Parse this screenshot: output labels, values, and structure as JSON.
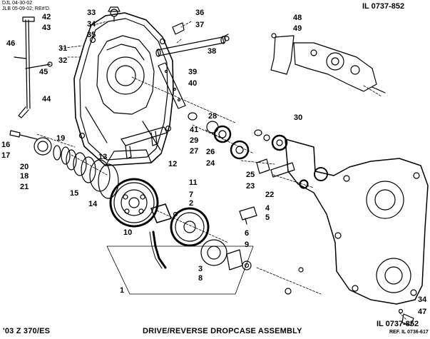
{
  "header": {
    "revision_lines": [
      "DJL 04-30-02",
      "JLB 05-09-02; RE#'D."
    ],
    "illustration_number": "IL 0737-852"
  },
  "footer": {
    "model": "'03 Z 370/ES",
    "title": "DRIVE/REVERSE DROPCASE ASSEMBLY",
    "illustration_number": "IL 0737-852",
    "reference": "REF. IL 0736-617"
  },
  "callouts": [
    "1",
    "2",
    "3",
    "4",
    "5",
    "6",
    "7",
    "8",
    "9",
    "10",
    "11",
    "12",
    "13",
    "14",
    "15",
    "16",
    "17",
    "18",
    "19",
    "20",
    "21",
    "22",
    "23",
    "24",
    "25",
    "26",
    "27",
    "28",
    "29",
    "30",
    "31",
    "32",
    "33",
    "34",
    "35",
    "36",
    "37",
    "38",
    "39",
    "40",
    "41",
    "42",
    "43",
    "44",
    "45",
    "46",
    "47",
    "48",
    "49",
    "34"
  ],
  "colors": {
    "ink": "#000000",
    "paper": "#ffffff"
  }
}
